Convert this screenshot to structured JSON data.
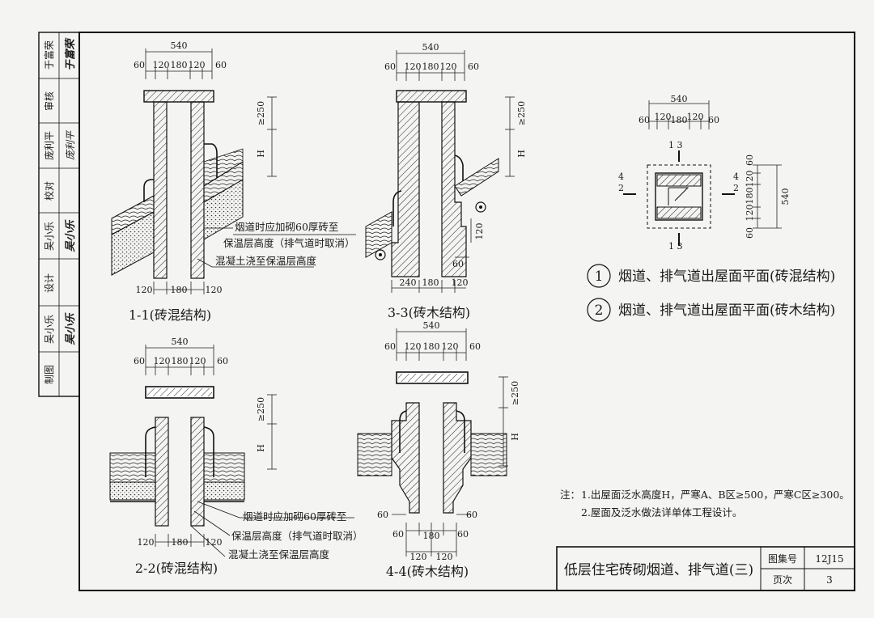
{
  "sidebar": {
    "rows": [
      {
        "role": "审核",
        "name": "于富荣",
        "sig": "于富荣"
      },
      {
        "role": "审核",
        "name": "审核",
        "sig": ""
      },
      {
        "role": "校对",
        "name": "庞利平",
        "sig": "庞利平"
      },
      {
        "role": "校对",
        "name": "校对",
        "sig": ""
      },
      {
        "role": "设计",
        "name": "吴小乐",
        "sig": "吴小乐"
      },
      {
        "role": "设计",
        "name": "设计",
        "sig": ""
      },
      {
        "role": "制图",
        "name": "吴小乐",
        "sig": "吴小乐"
      },
      {
        "role": "制图",
        "name": "制图",
        "sig": ""
      }
    ]
  },
  "section_1_1": {
    "caption": "1-1(砖混结构)",
    "top_total": "540",
    "top_parts": [
      "60",
      "120",
      "180",
      "120",
      "60"
    ],
    "bottom_parts": [
      "120",
      "180",
      "120"
    ],
    "height_min": "≥250",
    "height_h": "H",
    "note_line1": "烟道时应加砌60厚砖至",
    "note_line2": "保温层高度（排气道时取消）",
    "note_line3": "混凝土浇至保温层高度"
  },
  "section_3_3": {
    "caption": "3-3(砖木结构)",
    "top_total": "540",
    "top_parts": [
      "60",
      "120",
      "180",
      "120",
      "60"
    ],
    "bottom_parts": [
      "240",
      "180",
      "120"
    ],
    "height_min": "≥250",
    "height_h": "H",
    "side_dim1": "120",
    "side_dim2": "60"
  },
  "section_2_2": {
    "caption": "2-2(砖混结构)",
    "top_total": "540",
    "top_parts": [
      "60",
      "120",
      "180",
      "120",
      "60"
    ],
    "bottom_parts": [
      "120",
      "180",
      "120"
    ],
    "height_min": "≥250",
    "height_h": "H",
    "note_line1": "烟道时应加砌60厚砖至",
    "note_line2": "保温层高度（排气道时取消）",
    "note_line3": "混凝土浇至保温层高度"
  },
  "section_4_4": {
    "caption": "4-4(砖木结构)",
    "top_total": "540",
    "top_parts": [
      "60",
      "120",
      "180",
      "120",
      "60"
    ],
    "bottom_parts": [
      "60",
      "180",
      "60"
    ],
    "bottom_total": [
      "120",
      "120"
    ],
    "side_left": "60",
    "side_right": "60",
    "height_min": "≥250",
    "height_h": "H"
  },
  "plan": {
    "top_total": "540",
    "top_parts": [
      "60",
      "120",
      "180",
      "120",
      "60"
    ],
    "section_marks": [
      "1 3",
      "1 3",
      "4",
      "2",
      "4",
      "2"
    ],
    "right_parts": [
      "60",
      "120",
      "180",
      "120",
      "60"
    ],
    "right_total": "540"
  },
  "legend": [
    {
      "num": "1",
      "text": "烟道、排气道出屋面平面(砖混结构)"
    },
    {
      "num": "2",
      "text": "烟道、排气道出屋面平面(砖木结构)"
    }
  ],
  "notes": {
    "label": "注：",
    "line1": "1.出屋面泛水高度H，严寒A、B区≥500，严寒C区≥300。",
    "line2": "2.屋面及泛水做法详单体工程设计。"
  },
  "title_block": {
    "title": "低层住宅砖砌烟道、排气道(三)",
    "atlas_label": "图集号",
    "atlas_value": "12J15",
    "page_label": "页次",
    "page_value": "3"
  }
}
